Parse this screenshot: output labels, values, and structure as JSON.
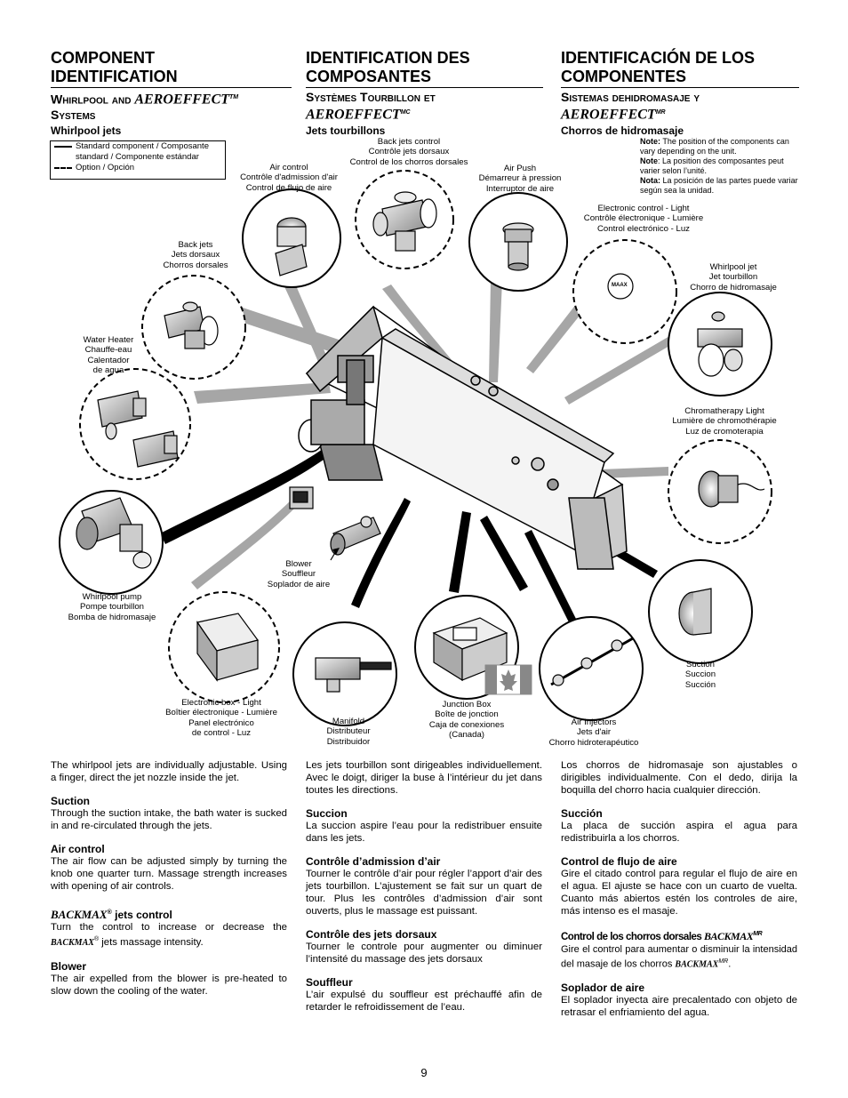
{
  "en": {
    "title_lines": [
      "COMPONENT",
      "IDENTIFICATION"
    ],
    "system_prefix": "Whirlpool and",
    "brand": "AEROEFFECT",
    "brand_mark": "TM",
    "system_suffix": "Systems",
    "subtitle": "Whirlpool jets"
  },
  "fr": {
    "title_lines": [
      "IDENTIFICATION DES",
      "COMPOSANTES"
    ],
    "system_prefix": "Systèmes Tourbillon et",
    "brand": "AEROEFFECT",
    "brand_mark": "MC",
    "subtitle": "Jets tourbillons"
  },
  "es": {
    "title_lines": [
      "IDENTIFICACIÓN DE LOS",
      "COMPONENTES"
    ],
    "system_prefix": "Sistemas dehidromasaje y",
    "brand": "AEROEFFECT",
    "brand_mark": "MR",
    "subtitle": "Chorros de hidromasaje"
  },
  "legend": {
    "standard": "Standard component / Composante standard / Componente estándar",
    "option": "Option / Opción"
  },
  "note": {
    "en_label": "Note:",
    "en_text": "The position of the components can vary depending on the unit.",
    "fr_label": "Note",
    "fr_text": ": La position des composantes peut varier selon l’unité.",
    "es_label": "Nota:",
    "es_text": "La posición de las partes puede variar según sea la unidad."
  },
  "labels": {
    "back_jets_control": "Back jets control\nContrôle jets dorsaux\nControl de los chorros dorsales",
    "air_control": "Air control\nContrôle d'admission d'air\nControl de flujo de aire",
    "air_push": "Air Push\nDémarreur à pression\nInterruptor de aire",
    "electronic_control": "Electronic control - Light\nContrôle électronique - Lumière\nControl electrónico - Luz",
    "back_jets": "Back jets\nJets dorsaux\nChorros dorsales",
    "whirlpool_jet": "Whirlpool jet\nJet tourbillon\nChorro de hidromasaje",
    "water_heater": "Water Heater\nChauffe-eau\nCalentador\nde agua",
    "chromatherapy": "Chromatherapy Light\nLumière de chromothérapie\nLuz de cromoterapia",
    "blower": "Blower\nSouffleur\nSoplador de aire",
    "whirlpool_pump": "Whirlpool pump\nPompe tourbillon\nBomba de hidromasaje",
    "electronic_box": "Electronic box - Light\nBoîtier électronique - Lumière\nPanel electrónico\nde control - Luz",
    "manifold": "Manifold\nDistributeur\nDistribuidor",
    "junction_box": "Junction Box\nBoîte de jonction\nCaja de conexiones\n(Canada)",
    "air_injectors": "Air Injectors\nJets d'air\nChorro hidroterapéutico",
    "suction": "Suction\nSuccion\nSucción",
    "maax": "MAAX"
  },
  "text_en": {
    "intro": "The whirlpool jets are individually adjustable. Using a finger, direct the jet nozzle inside the jet.",
    "suction_h": "Suction",
    "suction_p": "Through the suction intake, the bath water is sucked in and re-circulated through the jets.",
    "air_h": "Air control",
    "air_p": "The air flow can be adjusted simply by turning the knob one quarter turn. Massage strength increases with opening of air controls.",
    "backmax_brand": "BACKMAX",
    "backmax_reg": "®",
    "backmax_h": "jets control",
    "backmax_p1": "Turn the control to increase or decrease the",
    "backmax_p2": "jets massage intensity.",
    "blower_h": "Blower",
    "blower_p": "The air expelled from the blower is pre-heated to slow down the cooling of the water."
  },
  "text_fr": {
    "intro": "Les jets tourbillon sont dirigeables individuellement. Avec le doigt, diriger la buse à l’intérieur du jet dans toutes les directions.",
    "suction_h": "Succion",
    "suction_p": "La succion aspire l’eau pour la redistribuer ensuite dans les jets.",
    "air_h": "Contrôle d’admission d’air",
    "air_p": "Tourner le contrôle d’air pour régler l’apport d’air des jets tourbillon. L’ajustement se fait sur un quart de tour. Plus les contrôles d’admission d’air sont ouverts, plus le massage est puissant.",
    "backmax_h": "Contrôle des jets dorsaux",
    "backmax_p": "Tourner le controle pour augmenter ou diminuer l’intensité du massage des jets dorsaux",
    "blower_h": "Souffleur",
    "blower_p": "L’air expulsé du souffleur est préchauffé afin de retarder le refroidissement de l’eau."
  },
  "text_es": {
    "intro": "Los chorros de hidromasaje son ajustables o dirigibles individualmente. Con el dedo, dirija la boquilla del chorro hacia cualquier dirección.",
    "suction_h": "Succión",
    "suction_p": "La placa de succión aspira el agua para redistribuirla a los chorros.",
    "air_h": "Control de flujo de aire",
    "air_p": "Gire el citado control para regular el flujo de aire en el agua. El ajuste se hace con un cuarto de vuelta. Cuanto más abiertos estén los controles de aire, más intenso es el masaje.",
    "backmax_h": "Control de los chorros dorsales",
    "backmax_brand": "BACKMAX",
    "backmax_mark": "MR",
    "backmax_p1": "Gire el control para aumentar o disminuir la intensidad del masaje de los chorros",
    "backmax_p2": "BACKMAX",
    "backmax_p3": "MR",
    "blower_h": "Soplador de aire",
    "blower_p": "El soplador inyecta aire precalentado con objeto de retrasar el enfriamiento del agua."
  },
  "page_number": "9"
}
